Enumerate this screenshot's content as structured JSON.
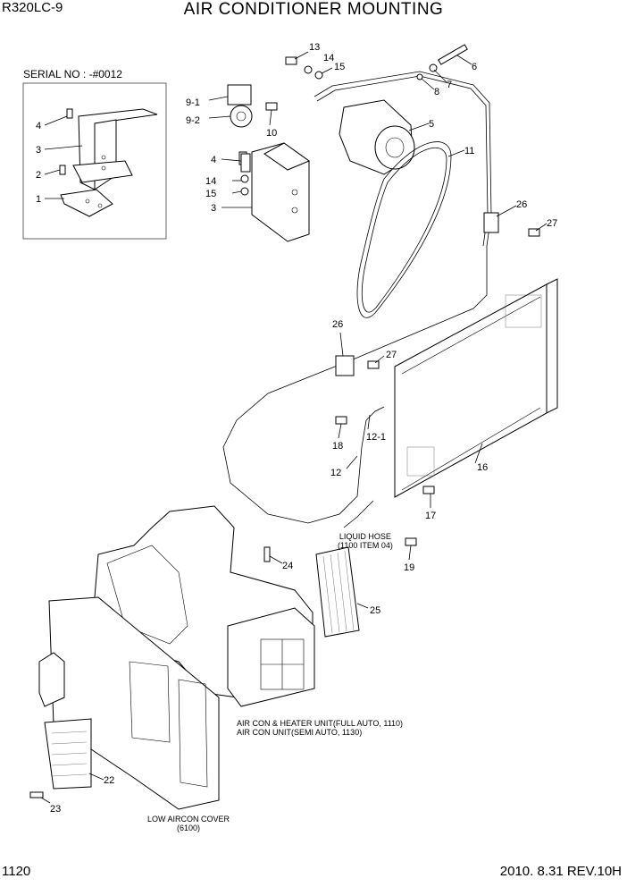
{
  "header": {
    "model": "R320LC-9",
    "title": "AIR CONDITIONER MOUNTING"
  },
  "inset": {
    "serial_label": "SERIAL NO : -#0012",
    "callouts": [
      "4",
      "3",
      "2",
      "1"
    ]
  },
  "callouts": {
    "c13": "13",
    "c14": "14",
    "c15": "15",
    "c6": "6",
    "c8": "8",
    "c7": "7",
    "c9_1": "9-1",
    "c9_2": "9-2",
    "c10": "10",
    "c5": "5",
    "c11": "11",
    "c4": "4",
    "c14b": "14",
    "c15b": "15",
    "c3": "3",
    "c26": "26",
    "c27": "27",
    "c26b": "26",
    "c27b": "27",
    "c18": "18",
    "c12_1": "12-1",
    "c12": "12",
    "c16": "16",
    "c17": "17",
    "c19": "19",
    "c24": "24",
    "c25": "25",
    "c22": "22",
    "c23": "23"
  },
  "notes": {
    "liquid_hose_line1": "LIQUID HOSE",
    "liquid_hose_line2": "(1100 ITEM 04)",
    "aircon_line1": "AIR CON & HEATER UNIT(FULL AUTO, 1110)",
    "aircon_line2": "AIR CON UNIT(SEMI AUTO, 1130)",
    "cover_line1": "LOW AIRCON COVER",
    "cover_line2": "(6100)"
  },
  "footer": {
    "page_number": "1120",
    "revision": "2010. 8.31  REV.10H"
  }
}
